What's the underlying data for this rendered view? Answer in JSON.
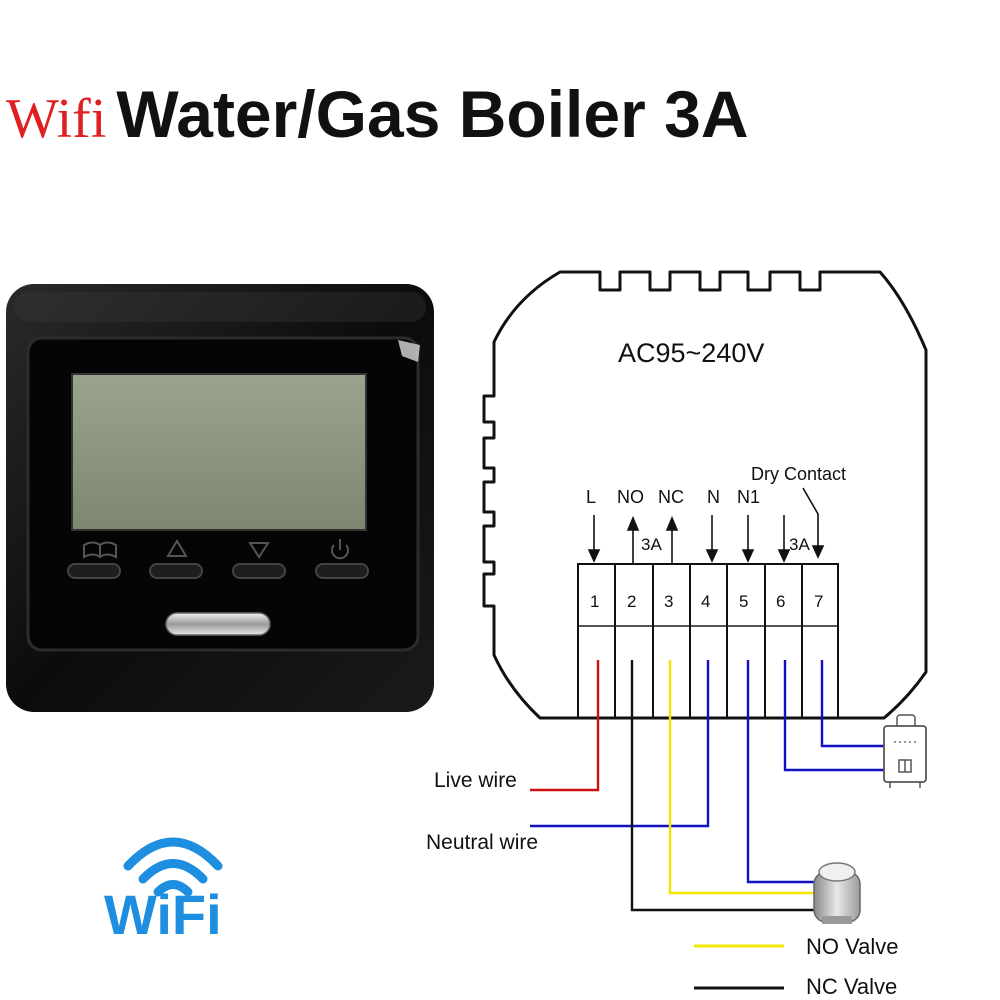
{
  "title": {
    "prefix": "Wifi",
    "main": "Water/Gas Boiler 3A"
  },
  "module": {
    "voltage": "AC95~240V",
    "dry_contact": "Dry Contact",
    "terminal_labels": [
      "L",
      "NO",
      "NC",
      "N",
      "N1"
    ],
    "terminal_numbers": [
      "1",
      "2",
      "3",
      "4",
      "5",
      "6",
      "7"
    ],
    "rating_no": "3A",
    "rating_dry": "3A"
  },
  "thermostat": {
    "button_icons": [
      "book-icon",
      "up-triangle-icon",
      "down-triangle-icon",
      "power-icon"
    ]
  },
  "wires": {
    "live": "Live wire",
    "neutral": "Neutral wire",
    "live_color": "#d01010",
    "neutral_color": "#1010c0",
    "no_valve_color": "#f2e600",
    "nc_valve_color": "#111111"
  },
  "legend": {
    "no_valve": "NO Valve",
    "nc_valve": "NC Valve"
  },
  "wifi_logo": {
    "text": "WiFi",
    "color": "#1e8fe0"
  }
}
